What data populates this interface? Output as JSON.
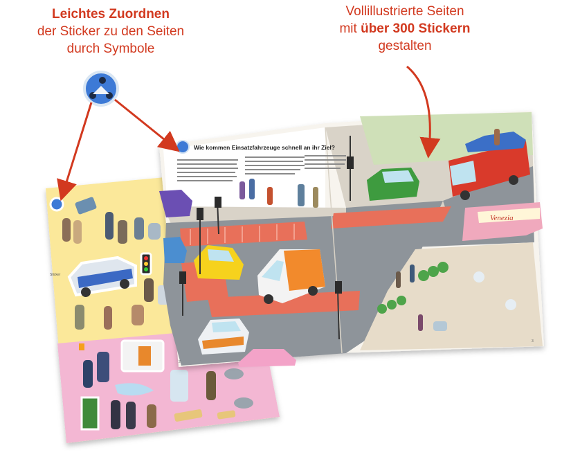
{
  "captions": {
    "left": {
      "bold": "Leichtes Zuordnen",
      "line2": "der Sticker zu den Seiten",
      "line3": "durch Symbole"
    },
    "right": {
      "line1": "Vollillustrierte Seiten",
      "line2_pre": "mit ",
      "line2_bold": "über 300 Stickern",
      "line3": "gestalten"
    }
  },
  "book": {
    "heading": "Wie kommen Einsatzfahrzeuge schnell an ihr Ziel?",
    "shop_sign": "Venezia",
    "page_left_number": "2",
    "page_right_number": "3",
    "sticker_label": "Sticker"
  },
  "colors": {
    "accent_red": "#d2391f",
    "sticker_yellow": "#fbe89a",
    "sticker_pink": "#f3b7d3",
    "road_gray": "#8e949a",
    "crosswalk": "#e8705a"
  },
  "icons": [
    "motorcycle-police-icon",
    "arrow-icon"
  ]
}
